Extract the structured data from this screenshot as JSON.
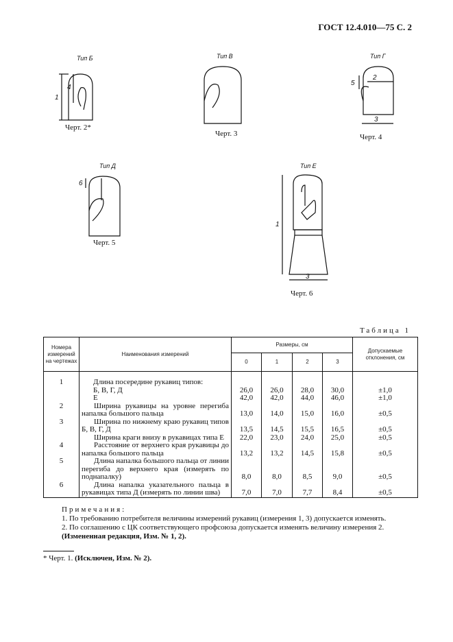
{
  "header": "ГОСТ 12.4.010—75 С. 2",
  "figures": [
    {
      "type": "Тип Б",
      "caption": "Черт. 2*",
      "dims": [
        "1",
        "4"
      ]
    },
    {
      "type": "Тип В",
      "caption": "Черт. 3",
      "dims": []
    },
    {
      "type": "Тип Г",
      "caption": "Черт. 4",
      "dims": [
        "5",
        "2",
        "3"
      ]
    },
    {
      "type": "Тип Д",
      "caption": "Черт. 5",
      "dims": [
        "6"
      ]
    },
    {
      "type": "Тип Е",
      "caption": "Черт. 6",
      "dims": [
        "1",
        "3"
      ]
    }
  ],
  "table": {
    "title": "Таблица 1",
    "headers": {
      "num": "Номера измерений на чертежах",
      "name": "Наименования измерений",
      "sizes": "Размеры, см",
      "size_cols": [
        "0",
        "1",
        "2",
        "3"
      ],
      "tol": "Допускаемые отклонения, см"
    },
    "rows": [
      {
        "num": "1",
        "name": "Длина посередине рукавиц типов:",
        "sub": [
          {
            "name": "Б, В, Г, Д",
            "values": [
              "26,0",
              "26,0",
              "28,0",
              "30,0"
            ],
            "tol": "±1,0"
          },
          {
            "name": "Е",
            "values": [
              "42,0",
              "42,0",
              "44,0",
              "46,0"
            ],
            "tol": "±1,0"
          }
        ]
      },
      {
        "num": "2",
        "name": "Ширина рукавицы на уровне перегиба напалка большого пальца",
        "values": [
          "13,0",
          "14,0",
          "15,0",
          "16,0"
        ],
        "tol": "±0,5"
      },
      {
        "num": "3",
        "name": "Ширина по нижнему краю рукавиц типов Б, В, Г, Д",
        "values": [
          "13,5",
          "14,5",
          "15,5",
          "16,5"
        ],
        "tol": "±0,5"
      },
      {
        "num": "",
        "name": "Ширина краги внизу в рукавицах типа Е",
        "values": [
          "22,0",
          "23,0",
          "24,0",
          "25,0"
        ],
        "tol": "±0,5"
      },
      {
        "num": "4",
        "name": "Расстояние от верхнего края рукавицы до напалка большого пальца",
        "values": [
          "13,2",
          "13,2",
          "14,5",
          "15,8"
        ],
        "tol": "±0,5"
      },
      {
        "num": "5",
        "name": "Длина напалка большого пальца от линии перегиба до верхнего края (измерять по поднапалку)",
        "values": [
          "8,0",
          "8,0",
          "8,5",
          "9,0"
        ],
        "tol": "±0,5"
      },
      {
        "num": "6",
        "name": "Длина напалка указательного пальца в рукавицах типа Д (измерять по линии шва)",
        "values": [
          "7,0",
          "7,0",
          "7,7",
          "8,4"
        ],
        "tol": "±0,5"
      }
    ]
  },
  "notes": {
    "title": "Примечания:",
    "items": [
      "1. По требованию потребителя величины измерений рукавиц (измерения 1, 3) допускается изменять.",
      "2. По соглашению с ЦК соответствующего профсоюза допускается изменять величину измерения 2."
    ],
    "amendment": "(Измененная редакция, Изм. № 1, 2)."
  },
  "footnote": {
    "text": "* Черт. 1.",
    "bold": "(Исключен, Изм. № 2)."
  }
}
